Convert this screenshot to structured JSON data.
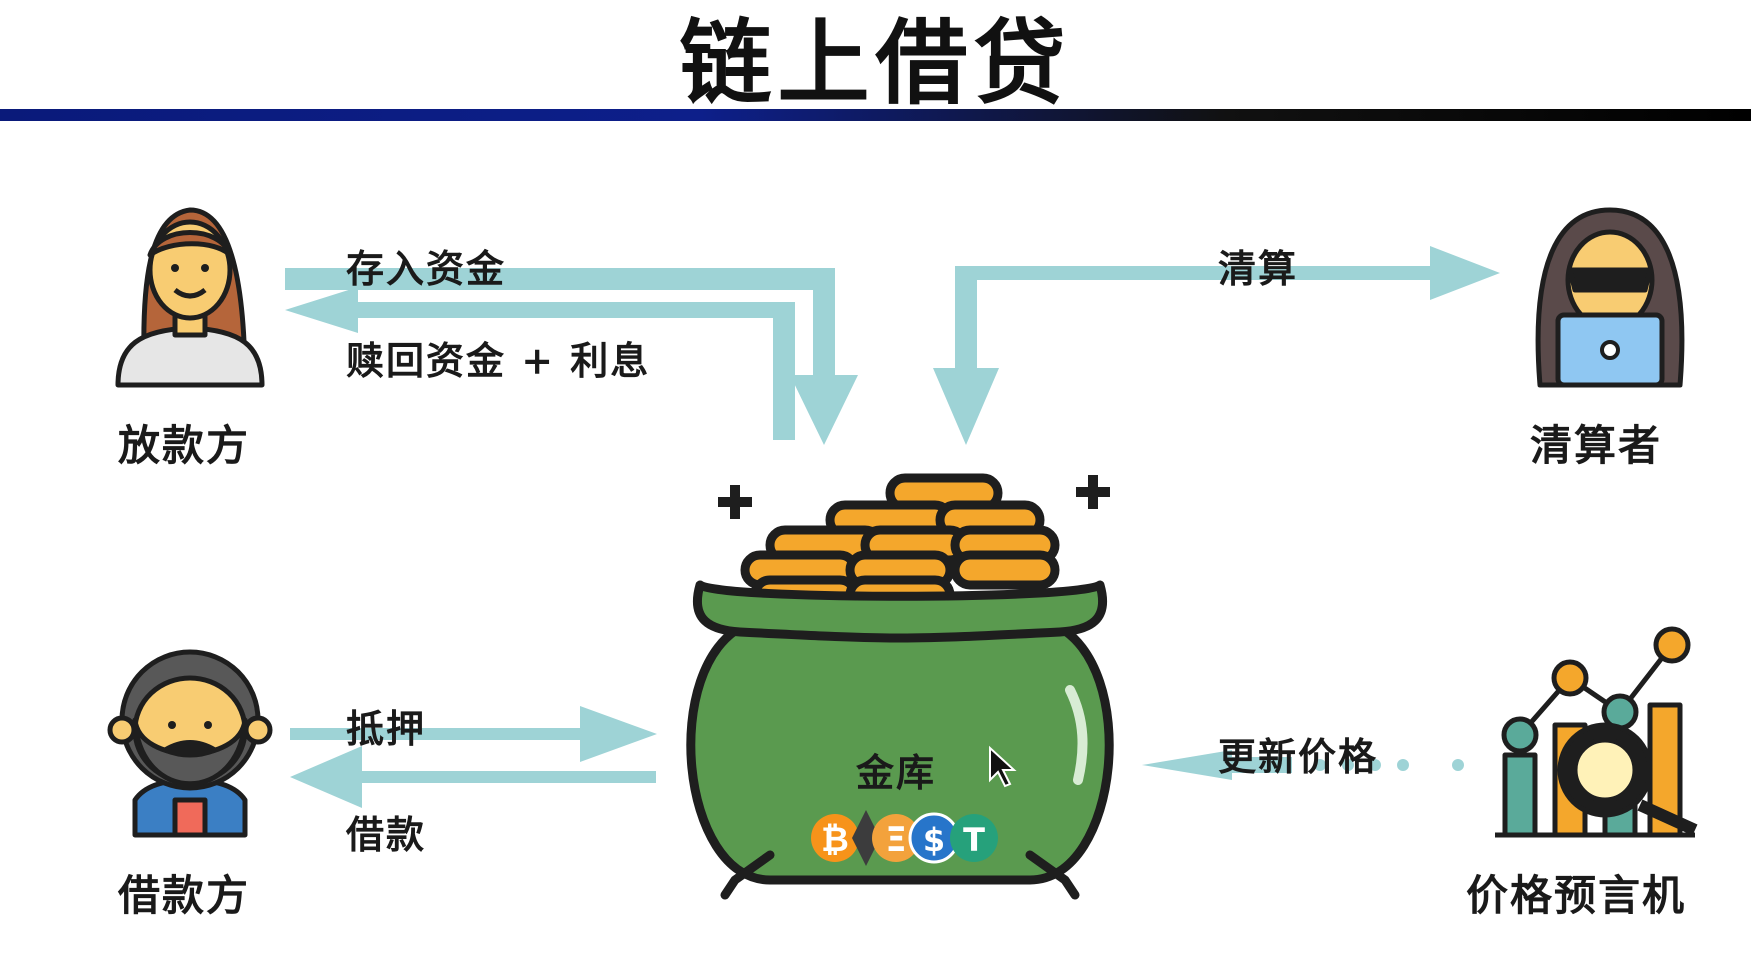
{
  "title": "链上借贷",
  "colors": {
    "arrow": "#9ed3d6",
    "pot": "#5a9a4f",
    "pot_dark": "#1e1e1e",
    "coin": "#f4a72c",
    "title_rule": "#0d1f8a"
  },
  "actors": {
    "lender": {
      "label": "放款方",
      "icon": "woman-avatar-icon"
    },
    "liquidator": {
      "label": "清算者",
      "icon": "hacker-laptop-icon"
    },
    "borrower": {
      "label": "借款方",
      "icon": "bearded-man-avatar-icon"
    },
    "oracle": {
      "label": "价格预言机",
      "icon": "chart-magnifier-icon"
    }
  },
  "vault": {
    "label": "金库",
    "icon": "coin-pot-icon",
    "tokens": [
      "bitcoin-icon",
      "ethereum-icon",
      "usdc-icon",
      "tether-icon"
    ]
  },
  "flows": {
    "deposit": "存入资金",
    "redeem": "赎回资金 + 利息",
    "liquidate": "清算",
    "collateral": "抵押",
    "borrow": "借款",
    "update_price": "更新价格"
  }
}
